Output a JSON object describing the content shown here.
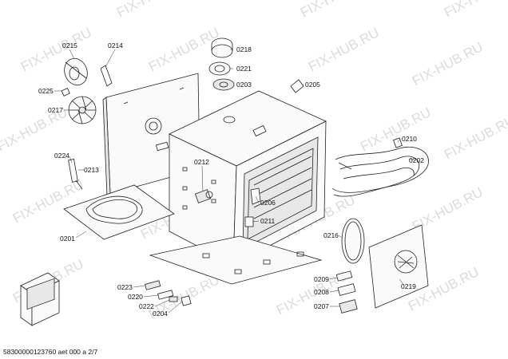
{
  "watermark": "FIX-HUB.RU",
  "footer": "58300000123760 aet 000 a 2/7",
  "parts": {
    "p0215": "0215",
    "p0214": "0214",
    "p0218": "0218",
    "p0221": "0221",
    "p0203": "0203",
    "p0205": "0205",
    "p0225": "0225",
    "p0217": "0217",
    "p0224": "0224",
    "p0213": "0213",
    "p0212": "0212",
    "p0206": "0206",
    "p0211": "0211",
    "p0210": "0210",
    "p0202": "0202",
    "p0201": "0201",
    "p0216": "0216",
    "p0219": "0219",
    "p0209": "0209",
    "p0208": "0208",
    "p0207": "0207",
    "p0223": "0223",
    "p0220": "0220",
    "p0222": "0222",
    "p0204": "0204"
  }
}
